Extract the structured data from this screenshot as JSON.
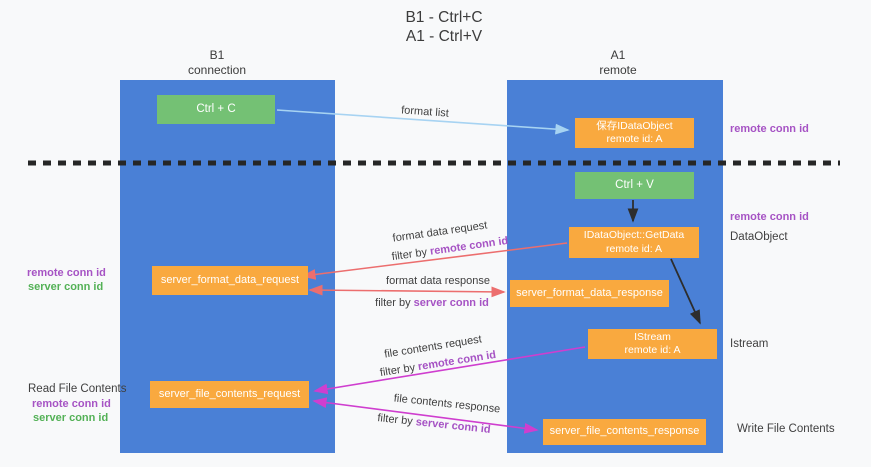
{
  "title": {
    "line1": "B1 - Ctrl+C",
    "line2": "A1 - Ctrl+V"
  },
  "columns": {
    "left": {
      "name": "B1",
      "role": "connection"
    },
    "right": {
      "name": "A1",
      "role": "remote"
    }
  },
  "boxes": {
    "ctrl_c": {
      "label": "Ctrl + C"
    },
    "save_idataobject": {
      "line1": "保存IDataObject",
      "line2": "remote id: A"
    },
    "ctrl_v": {
      "label": "Ctrl + V"
    },
    "getdata": {
      "line1": "IDataObject::GetData",
      "line2": "remote id: A"
    },
    "format_request": {
      "label": "server_format_data_request"
    },
    "format_response": {
      "label": "server_format_data_response"
    },
    "istream": {
      "line1": "IStream",
      "line2": "remote id: A"
    },
    "file_request": {
      "label": "server_file_contents_request"
    },
    "file_response": {
      "label": "server_file_contents_response"
    }
  },
  "edge_labels": {
    "format_list": "format list",
    "format_data_request": "format data request",
    "format_data_response": "format data response",
    "file_contents_request": "file contents request",
    "file_contents_response": "file contents response",
    "filter_by": "filter by",
    "remote_conn_id": "remote conn id",
    "server_conn_id": "server conn id"
  },
  "side_labels": {
    "remote_conn_id_top": "remote conn id",
    "remote_conn_id_mid": "remote conn id",
    "dataobject": "DataObject",
    "istream": "Istream",
    "write_file_contents": "Write File Contents",
    "left_remote_conn_id": "remote conn id",
    "left_server_conn_id": "server conn id",
    "read_file_contents": "Read File Contents",
    "left_bottom_remote_conn_id": "remote conn id",
    "left_bottom_server_conn_id": "server conn id"
  },
  "colors": {
    "background": "#f8f9fa",
    "column_blue": "#4a80d6",
    "box_orange": "#f9a93f",
    "box_green": "#74c174",
    "label_purple": "#a653c4",
    "label_green": "#53b156",
    "arrow_red": "#ec6e6e",
    "arrow_magenta": "#cf3ecf",
    "arrow_light_blue": "#a7d3f2",
    "arrow_black": "#2d2d2d",
    "separator_black": "#262626"
  }
}
